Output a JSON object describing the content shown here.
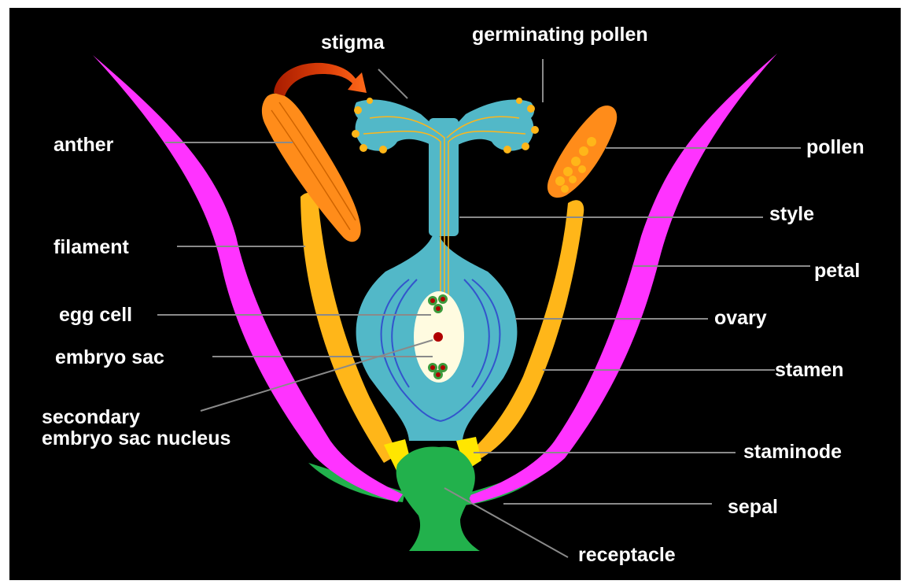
{
  "labels": {
    "stigma": "stigma",
    "germinating_pollen": "germinating pollen",
    "anther": "anther",
    "pollen": "pollen",
    "style": "style",
    "filament": "filament",
    "petal": "petal",
    "egg_cell": "egg cell",
    "ovary": "ovary",
    "embryo_sac": "embryo sac",
    "stamen": "stamen",
    "secondary_line1": "secondary",
    "secondary_line2": "embryo sac nucleus",
    "staminode": "staminode",
    "sepal": "sepal",
    "receptacle": "receptacle"
  },
  "colors": {
    "background": "#000000",
    "petal": "#ff33ff",
    "stamen": "#ffb619",
    "anther": "#ff8c1a",
    "carpel": "#52b8c8",
    "receptacle": "#22b14c",
    "staminode": "#ffe600",
    "embryo_sac": "#fffbe0",
    "arrow": "#cc3300",
    "label": "#ffffff",
    "leader": "#8a8a8a"
  }
}
